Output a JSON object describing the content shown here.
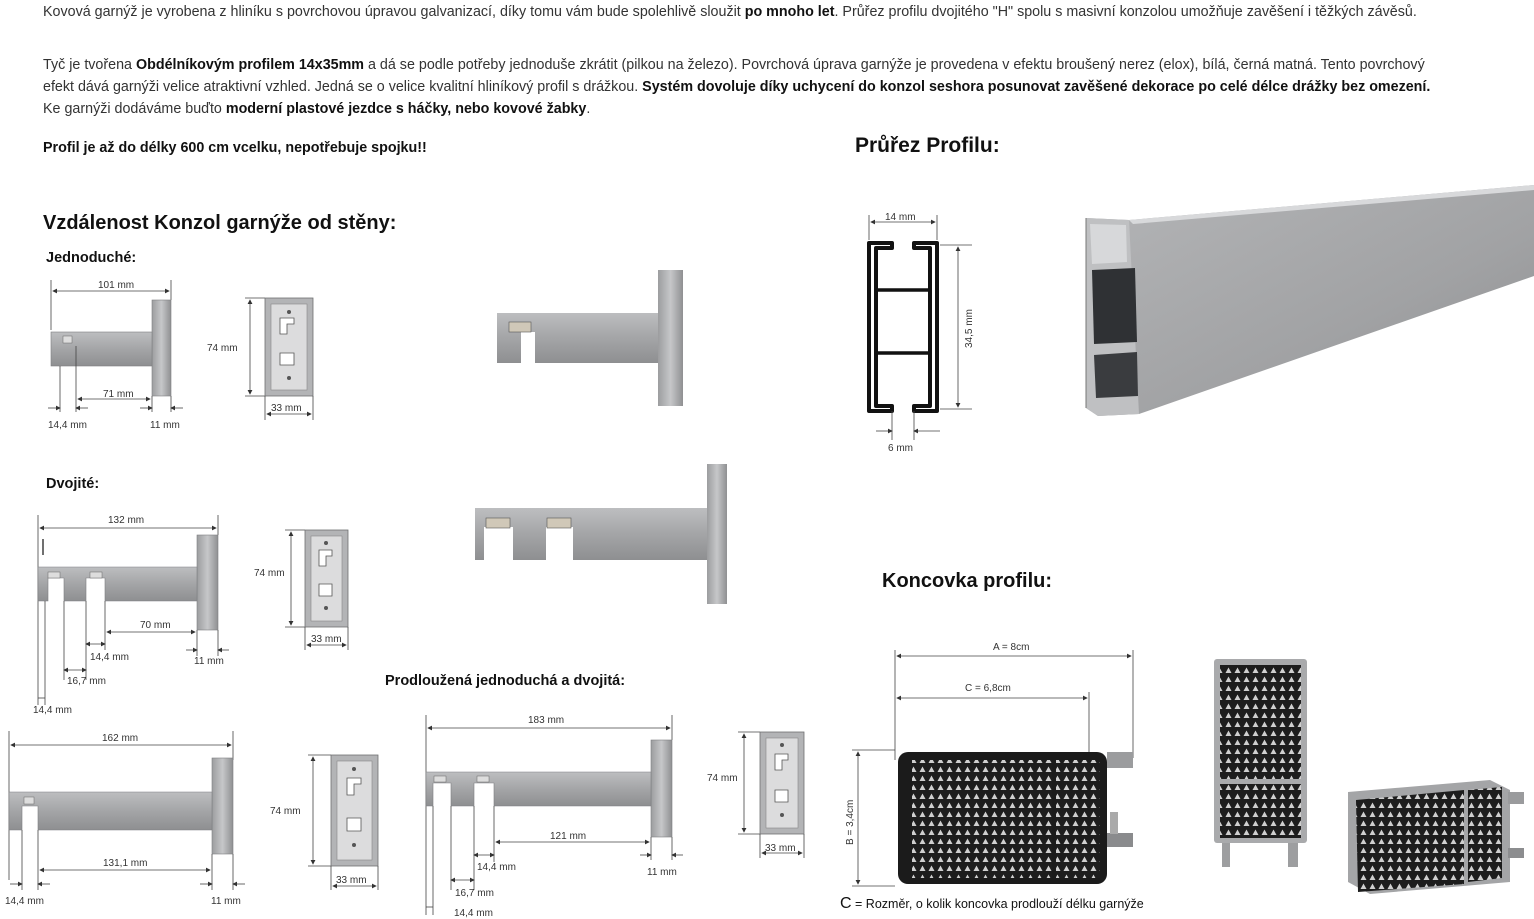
{
  "intro": {
    "p1": {
      "a": "Kovová garnýž je vyrobena z hliníku s povrchovou úpravou galvanizací, díky tomu vám bude spolehlivě sloužit ",
      "b": "po mnoho let",
      "c": ". Průřez profilu dvojitého \"H\" spolu s masivní konzolou umožňuje zavěšení i těžkých závěsů."
    },
    "p2": {
      "a": " Tyč je tvořena ",
      "b": "Obdélníkovým profilem 14x35mm",
      "c": " a dá se podle potřeby jednoduše zkrátit (pilkou na železo). Povrchová úprava garnýže je provedena v efektu broušený nerez (elox), bílá, černá matná. Tento povrchový efekt dává garnýži velice atraktivní vzhled. Jedná se o velice kvalitní hliníkový profil s drážkou. ",
      "d": "Systém dovoluje díky uchycení do konzol seshora posunovat zavěšené dekorace po celé délce drážky bez omezení.",
      "e": " Ke garnýži dodáváme buďto ",
      "f": "moderní plastové jezdce s háčky, nebo kovové žabky",
      "g": "."
    },
    "p3": "Profil je až do délky 600 cm vcelku, nepotřebuje spojku!!"
  },
  "sections": {
    "distance_title": "Vzdálenost Konzol garnýže od stěny:",
    "single_label": "Jednoduché:",
    "double_label": "Dvojité:",
    "extended_label": "Prodloužená jednoduchá a dvojitá:",
    "profile_title": "Průřez Profilu:",
    "endcap_title": "Koncovka profilu:"
  },
  "dims": {
    "single": {
      "length": "101 mm",
      "inner": "71 mm",
      "left": "14,4 mm",
      "wall": "11 mm"
    },
    "plate": {
      "height": "74 mm",
      "width": "33 mm"
    },
    "double": {
      "length": "132 mm",
      "inner": "70 mm",
      "a": "14,4 mm",
      "b": "16,7 mm",
      "c": "14,4 mm",
      "wall": "11 mm"
    },
    "ext_single": {
      "length": "162 mm",
      "inner": "131,1 mm",
      "left": "14,4 mm",
      "wall": "11 mm"
    },
    "ext_double": {
      "length": "183 mm",
      "inner": "121 mm",
      "a": "14,4 mm",
      "b": "16,7 mm",
      "c": "14,4 mm",
      "wall": "11 mm"
    },
    "profile": {
      "width": "14 mm",
      "height": "34,5 mm",
      "slot": "6 mm"
    },
    "endcap": {
      "a": "A = 8cm",
      "c": "C = 6,8cm",
      "b": "B = 3,4cm",
      "caption_letter": "C",
      "caption": " = Rozměr, o kolik koncovka prodlouží délku garnýže"
    }
  },
  "colors": {
    "metal": "#a7a8aa",
    "metal_dark": "#7f8082",
    "black": "#1b1b1b"
  }
}
